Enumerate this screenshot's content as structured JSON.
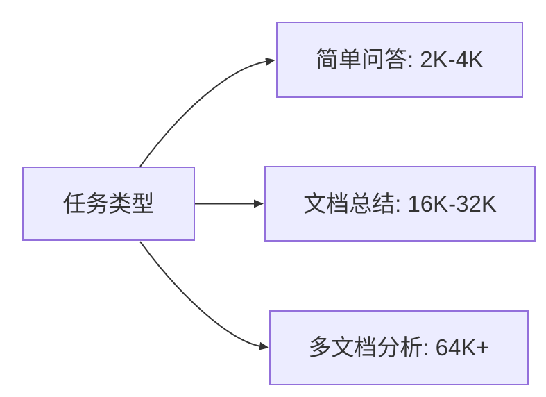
{
  "diagram": {
    "type": "flowchart",
    "direction": "LR",
    "root": {
      "id": "task-type",
      "label": "任务类型"
    },
    "children": [
      {
        "id": "simple-qa",
        "label": "简单问答: 2K-4K"
      },
      {
        "id": "doc-summary",
        "label": "文档总结: 16K-32K"
      },
      {
        "id": "multi-doc-analysis",
        "label": "多文档分析: 64K+"
      }
    ],
    "edges": [
      {
        "from": "task-type",
        "to": "simple-qa"
      },
      {
        "from": "task-type",
        "to": "doc-summary"
      },
      {
        "from": "task-type",
        "to": "multi-doc-analysis"
      }
    ],
    "colors": {
      "node_fill": "#ECECFF",
      "node_border": "#9370DB",
      "edge": "#333333",
      "text": "#333333",
      "background": "#FFFFFF"
    }
  }
}
